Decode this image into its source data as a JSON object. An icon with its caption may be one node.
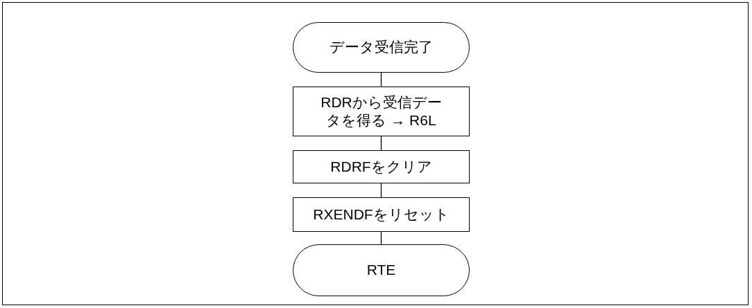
{
  "diagram": {
    "nodes": [
      {
        "text": [
          "データ受信完了"
        ]
      },
      {
        "text": [
          "RDRから受信データを得る → R6L"
        ]
      },
      {
        "text": [
          "RDRFをクリア"
        ]
      },
      {
        "text": [
          "RXENDFをリセット"
        ]
      },
      {
        "text": [
          "RTE"
        ]
      }
    ],
    "edges": [
      {
        "from": 0,
        "to": 1,
        "arrow": "none"
      },
      {
        "from": 1,
        "to": 2,
        "arrow": "none"
      },
      {
        "from": 2,
        "to": 3,
        "arrow": "none"
      },
      {
        "from": 3,
        "to": 4,
        "arrow": "none"
      }
    ]
  }
}
